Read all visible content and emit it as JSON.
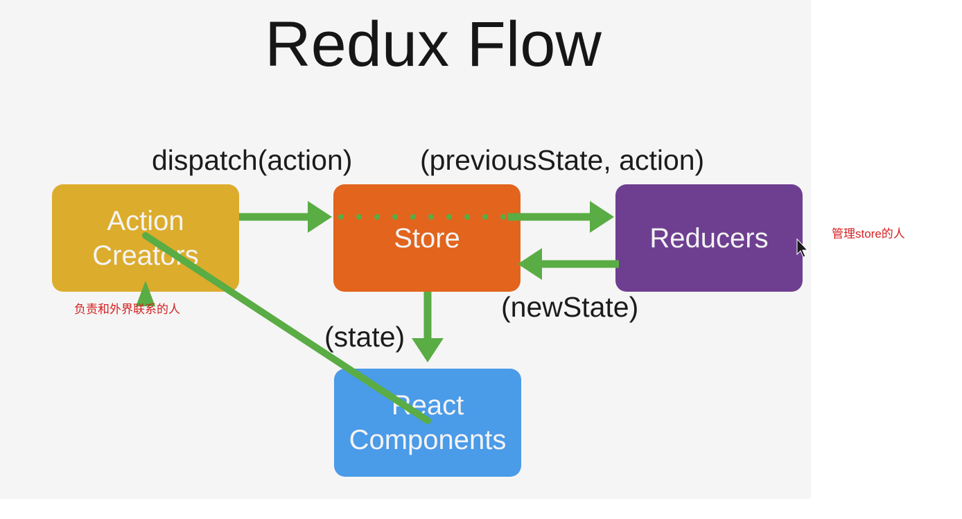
{
  "title": "Redux Flow",
  "nodes": {
    "action_creators": "Action\nCreators",
    "store": "Store",
    "reducers": "Reducers",
    "react_components": "React\nComponents"
  },
  "edge_labels": {
    "dispatch": "dispatch(action)",
    "previous_state": "(previousState, action)",
    "new_state": "(newState)",
    "state": "(state)"
  },
  "annotations": {
    "action_creators_note": "负责和外界联系的人",
    "store_note": "管理store的人"
  },
  "colors": {
    "action_creators": "#dcac2c",
    "store": "#e2641d",
    "reducers": "#6e3f91",
    "react_components": "#4a9be8",
    "arrow": "#5aac44",
    "annotation": "#d41f1f"
  }
}
